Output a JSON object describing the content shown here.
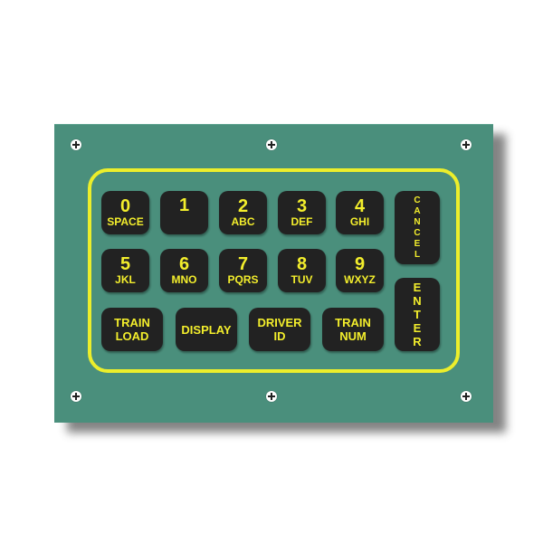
{
  "colors": {
    "panel": "#4a8f7c",
    "frame": "#ecee2b",
    "key": "#222222",
    "key_text": "#f3ee2c"
  },
  "keypad": {
    "row1": [
      {
        "num": "0",
        "sub": "SPACE"
      },
      {
        "num": "1",
        "sub": ""
      },
      {
        "num": "2",
        "sub": "ABC"
      },
      {
        "num": "3",
        "sub": "DEF"
      },
      {
        "num": "4",
        "sub": "GHI"
      }
    ],
    "row2": [
      {
        "num": "5",
        "sub": "JKL"
      },
      {
        "num": "6",
        "sub": "MNO"
      },
      {
        "num": "7",
        "sub": "PQRS"
      },
      {
        "num": "8",
        "sub": "TUV"
      },
      {
        "num": "9",
        "sub": "WXYZ"
      }
    ],
    "row3": [
      {
        "line1": "TRAIN",
        "line2": "LOAD"
      },
      {
        "line1": "DISPLAY",
        "line2": ""
      },
      {
        "line1": "DRIVER",
        "line2": "ID"
      },
      {
        "line1": "TRAIN",
        "line2": "NUM"
      }
    ],
    "cancel": "CANCEL",
    "enter": "ENTER"
  }
}
